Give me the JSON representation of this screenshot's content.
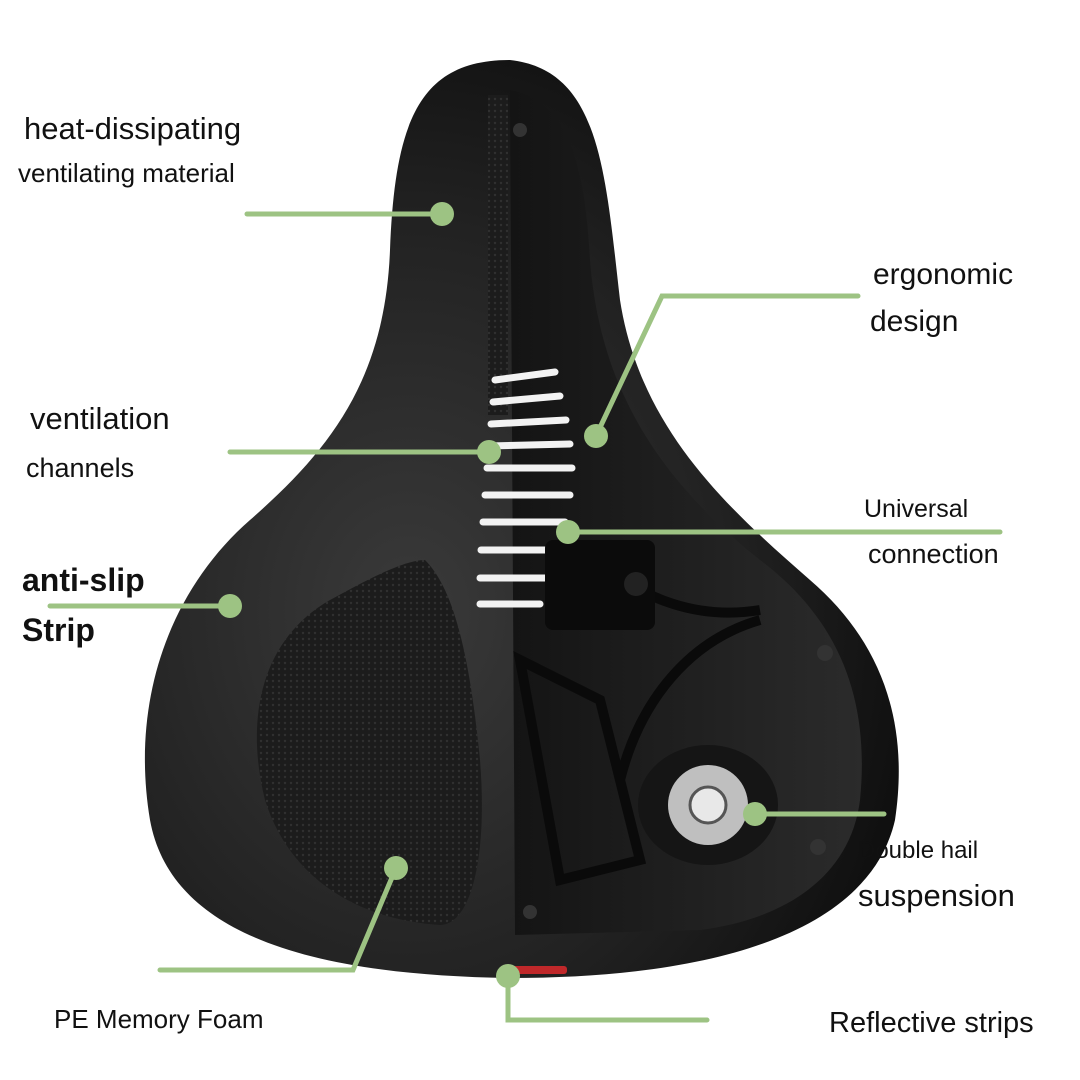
{
  "colors": {
    "leader_line": "#9dc383",
    "saddle_dark": "#1b1b1b",
    "saddle_mid": "#2e2e2e",
    "frame_metal": "#111111",
    "spring_white": "#f2f2f2",
    "reflective_red": "#c0282a"
  },
  "labels": {
    "heat_line1": "heat-dissipating",
    "heat_line2": "ventilating material",
    "ergonomic_line1": "ergonomic",
    "ergonomic_line2": "design",
    "ventilation_line1": "ventilation",
    "ventilation_line2": "channels",
    "universal_line1": "Universal",
    "universal_line2": "connection",
    "antislip_line1": "anti-slip",
    "antislip_line2": "Strip",
    "double_line1": "Double hail",
    "double_line2": "suspension",
    "pe_foam": "PE Memory Foam",
    "reflective": "Reflective strips"
  }
}
